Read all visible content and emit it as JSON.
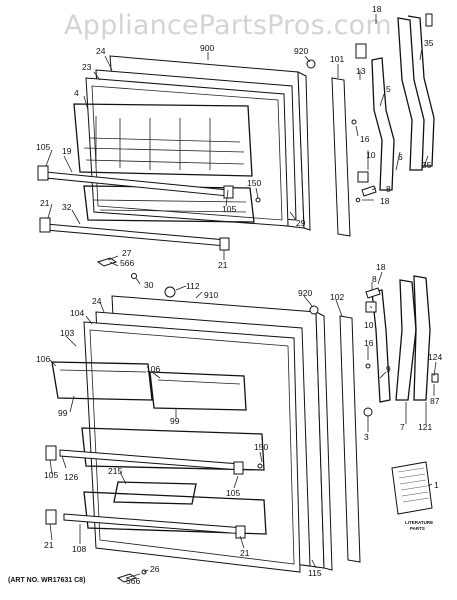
{
  "watermark": "AppliancePartsPros.com",
  "art_number": "(ART NO. WR17631 C8)",
  "literature_label": [
    "LITERATURE",
    "PARTS"
  ],
  "callouts": {
    "c18a": "18",
    "c900": "900",
    "c920a": "920",
    "c24a": "24",
    "c23": "23",
    "c4": "4",
    "c101": "101",
    "c13": "13",
    "c35a": "35",
    "c5": "5",
    "c16a": "16",
    "c105a": "105",
    "c19": "19",
    "c10a": "10",
    "c6": "6",
    "c35b": "35",
    "c150a": "150",
    "c8a": "8",
    "c18b": "18",
    "c21a": "21",
    "c32": "32",
    "c105b": "105",
    "c29": "29",
    "c27": "27",
    "c566a": "566",
    "c21b": "21",
    "c30": "30",
    "c112": "112",
    "c910": "910",
    "c920b": "920",
    "c24b": "24",
    "c18c": "18",
    "c8b": "8",
    "c104": "104",
    "c102": "102",
    "c103": "103",
    "c10b": "10",
    "c106a": "106",
    "c106b": "106",
    "c16b": "16",
    "c9": "9",
    "c124": "124",
    "c99a": "99",
    "c99b": "99",
    "c87": "87",
    "c3": "3",
    "c7": "7",
    "c121": "121",
    "c105c": "105",
    "c126": "126",
    "c215": "215",
    "c150b": "150",
    "c105d": "105",
    "c1": "1",
    "c21c": "21",
    "c108": "108",
    "c21d": "21",
    "c115": "115",
    "c566b": "566",
    "c26": "26"
  }
}
